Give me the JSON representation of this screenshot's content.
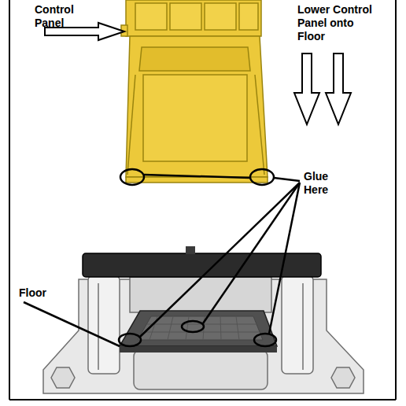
{
  "diagram": {
    "labels": [
      "Control Panel",
      "Lower Control Panel onto Floor",
      "Glue Here",
      "Floor"
    ]
  }
}
